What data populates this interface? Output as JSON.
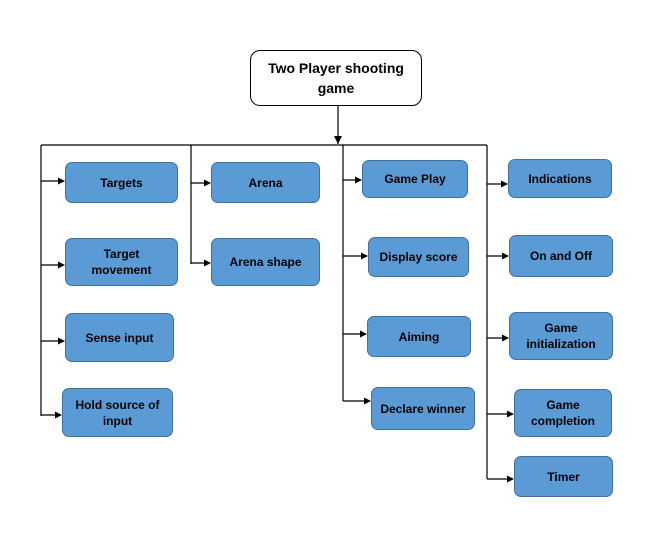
{
  "root": {
    "label": "Two Player shooting game"
  },
  "columns": [
    {
      "key": "col1",
      "items": [
        {
          "id": "targets",
          "label": "Targets"
        },
        {
          "id": "target-movement",
          "label": "Target movement"
        },
        {
          "id": "sense-input",
          "label": "Sense input"
        },
        {
          "id": "hold-source-of-input",
          "label": "Hold source of input"
        }
      ]
    },
    {
      "key": "col2",
      "items": [
        {
          "id": "arena",
          "label": "Arena"
        },
        {
          "id": "arena-shape",
          "label": "Arena shape"
        }
      ]
    },
    {
      "key": "col3",
      "items": [
        {
          "id": "game-play",
          "label": "Game Play"
        },
        {
          "id": "display-score",
          "label": "Display score"
        },
        {
          "id": "aiming",
          "label": "Aiming"
        },
        {
          "id": "declare-winner",
          "label": "Declare winner"
        }
      ]
    },
    {
      "key": "col4",
      "items": [
        {
          "id": "indications",
          "label": "Indications"
        },
        {
          "id": "on-and-off",
          "label": "On and Off"
        },
        {
          "id": "game-initialization",
          "label": "Game initialization"
        },
        {
          "id": "game-completion",
          "label": "Game completion"
        },
        {
          "id": "timer",
          "label": "Timer"
        }
      ]
    }
  ],
  "colors": {
    "node_fill": "#5b9bd5",
    "node_border": "#41719c",
    "connector": "#000000"
  }
}
